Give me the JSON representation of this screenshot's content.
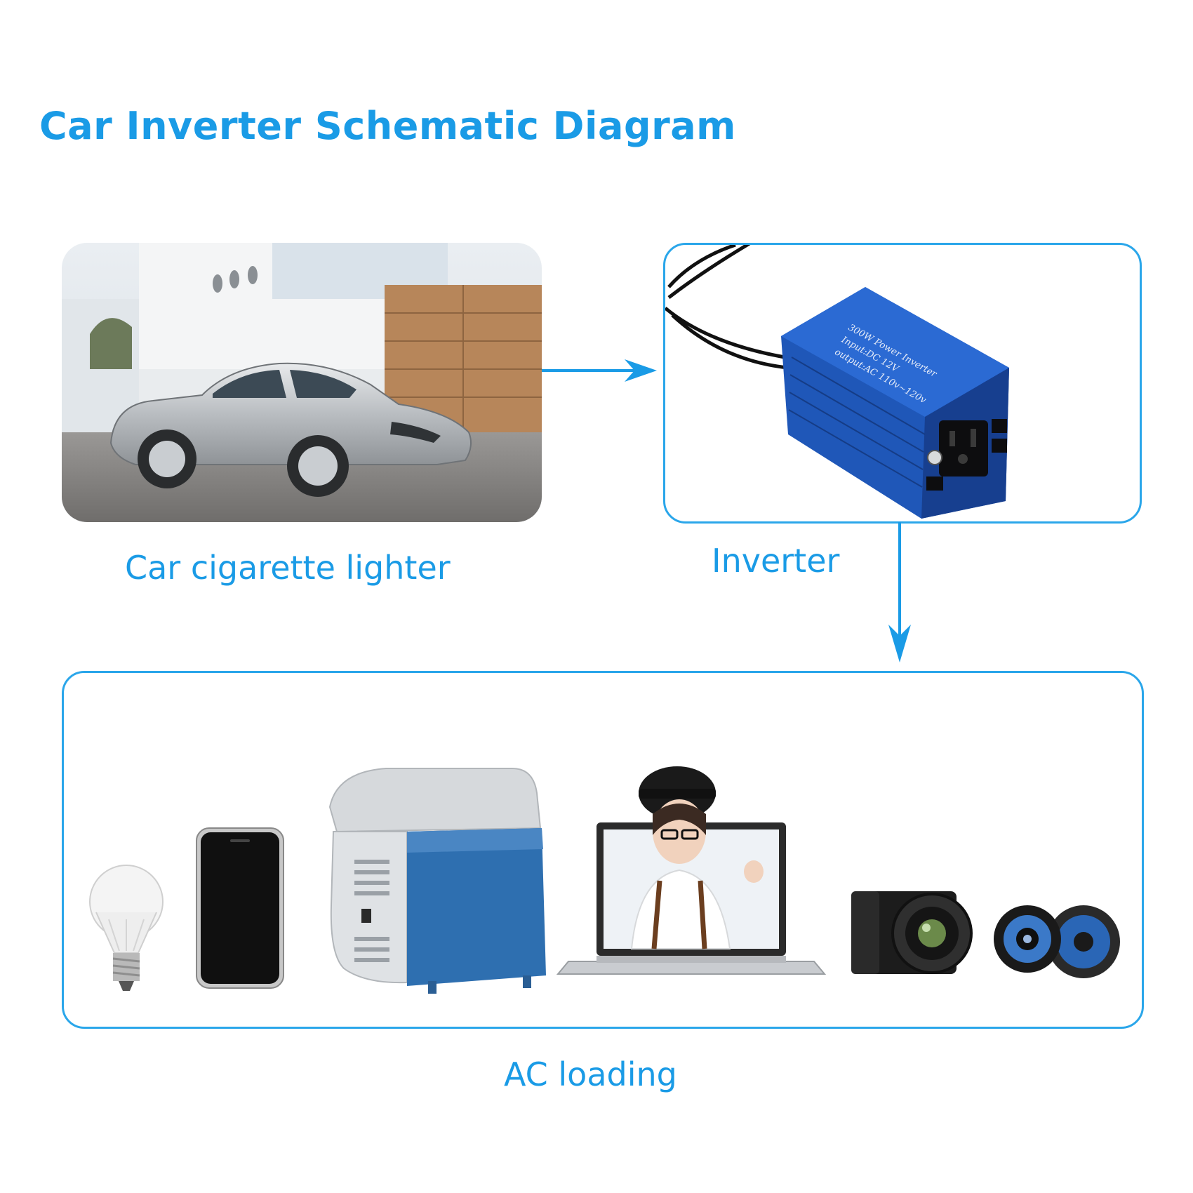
{
  "title": "Car Inverter Schematic Diagram",
  "nodes": {
    "car": {
      "label": "Car cigarette lighter"
    },
    "inverter": {
      "label": "Inverter",
      "device_lines": [
        "300W Power Inverter",
        "Input:DC 12V",
        "output:AC 110v~120v"
      ]
    },
    "loads": {
      "label": "AC loading"
    }
  },
  "load_items": [
    "light-bulb-icon",
    "smartphone-icon",
    "car-fridge-icon",
    "laptop-icon",
    "camera-icon",
    "speaker-icon"
  ],
  "colors": {
    "accent": "#1a9be6",
    "border": "#2aa6ea",
    "inverter_blue": "#1f57b8"
  }
}
